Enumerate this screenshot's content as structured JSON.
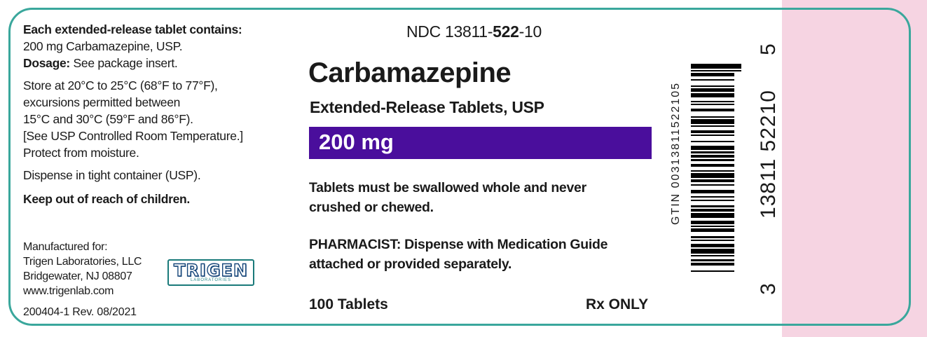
{
  "left_panel": {
    "contains_heading": "Each extended-release tablet contains:",
    "contains_value": "200 mg Carbamazepine, USP.",
    "dosage_label": "Dosage:",
    "dosage_text": " See package insert.",
    "storage_lines": [
      "Store at 20°C to 25°C (68°F to 77°F),",
      "excursions permitted between",
      "15°C and 30°C (59°F and 86°F).",
      "[See USP Controlled Room Temperature.]",
      "Protect from moisture."
    ],
    "dispense": "Dispense in tight container (USP).",
    "keep_out": "Keep out of reach of children."
  },
  "manufacturer": {
    "lines": [
      "Manufactured for:",
      "Trigen Laboratories, LLC",
      "Bridgewater, NJ 08807",
      "www.trigenlab.com"
    ],
    "code": "200404-1   Rev. 08/2021",
    "logo_word": "TRIGEN",
    "logo_sub": "LABORATORIES"
  },
  "center": {
    "ndc_prefix": "NDC 13811-",
    "ndc_product": "522",
    "ndc_suffix": "-10",
    "drug_name": "Carbamazepine",
    "drug_form": "Extended-Release Tablets, USP",
    "strength": "200 mg",
    "warning_lines": [
      "Tablets must be swallowed whole and never",
      "crushed or chewed."
    ],
    "pharmacist_lines": [
      "PHARMACIST: Dispense with Medication Guide",
      "attached or provided separately."
    ],
    "count": "100 Tablets",
    "rx": "Rx ONLY"
  },
  "barcode": {
    "gtin_text": "GTIN  00313811522105",
    "first_digit": "3",
    "main_digits": "13811 52210",
    "check_digit": "5"
  },
  "colors": {
    "border": "#3aa79c",
    "strength_bar": "#4a0e9c",
    "pink_strip": "#f6d4e2",
    "logo_blue": "#16467a"
  }
}
